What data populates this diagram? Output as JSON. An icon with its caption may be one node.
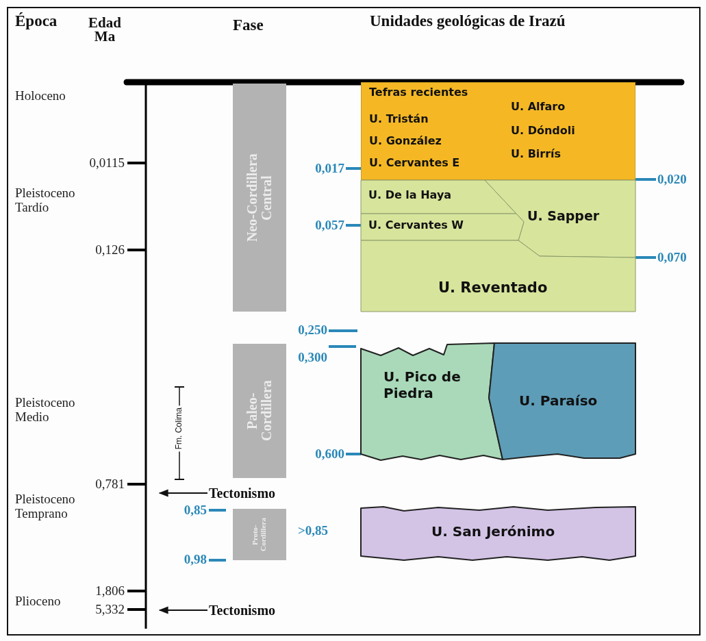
{
  "diagram": {
    "nodes": [
      {
        "text": [
          "Neo-Cordillera Central"
        ]
      },
      {
        "text": [
          "Paleo-Cordillera"
        ]
      },
      {
        "text": [
          "Proto-Cordillera"
        ]
      },
      {
        "text": [
          "Tefras recientes",
          "U. Tristán",
          "U. González",
          "U. Cervantes E",
          "U. Alfaro",
          "U. Dóndoli",
          "U. Birrís"
        ],
        "beside": [
          "0,017",
          "0,020"
        ]
      },
      {
        "text": [
          "U. De la Haya"
        ]
      },
      {
        "text": [
          "U. Sapper"
        ]
      },
      {
        "text": [
          "U. Cervantes W"
        ],
        "beside": [
          "0,057"
        ]
      },
      {
        "text": [
          "U. Reventado"
        ],
        "beside": [
          "0,070"
        ]
      },
      {
        "text": [
          "U. Pico de Piedra"
        ],
        "beside": [
          "0,600"
        ]
      },
      {
        "text": [
          "U. Paraíso"
        ]
      },
      {
        "text": [
          "U. San Jerónimo"
        ]
      },
      {
        "text": [
          "Tectonismo"
        ]
      },
      {
        "text": [
          "Tectonismo"
        ]
      }
    ],
    "edges": [
      {
        "from": 11,
        "to": null,
        "arrow": "to"
      },
      {
        "from": 12,
        "to": null,
        "arrow": "to"
      }
    ],
    "labels": [
      "Época",
      "Edad Ma",
      "Fase",
      "Unidades geológicas de Irazú",
      "Holoceno",
      "0,0115",
      "Pleistoceno Tardío",
      "0,126",
      "0,250",
      "0,300",
      "Pleistoceno Medio",
      "Fm. Colima",
      "0,781",
      "Pleistoceno Temprano",
      "0,85",
      ">0,85",
      "0,98",
      "1,806",
      "Plioceno",
      "5,332"
    ]
  }
}
